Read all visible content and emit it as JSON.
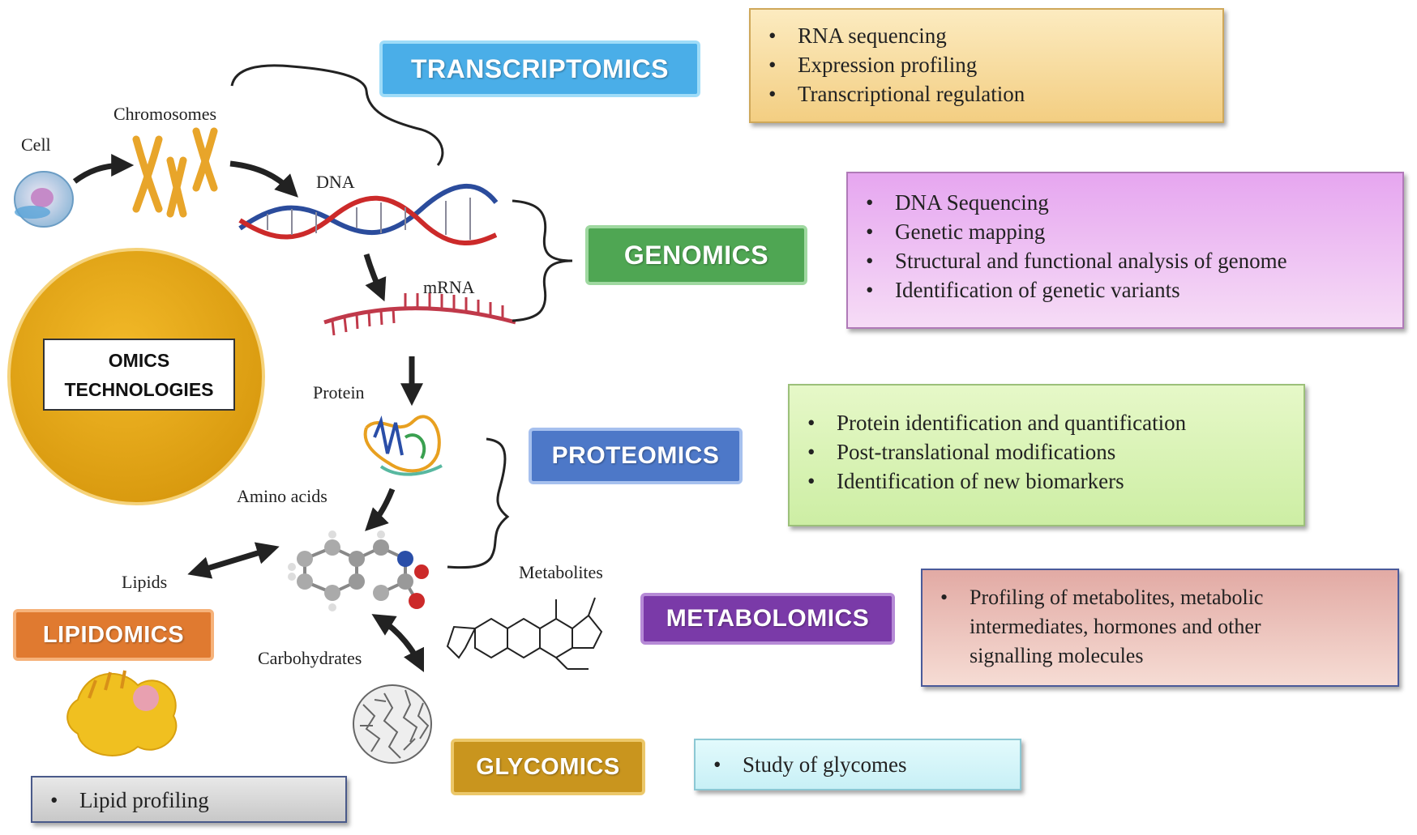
{
  "central": {
    "line1": "OMICS",
    "line2": "TECHNOLOGIES"
  },
  "labels": {
    "cell": "Cell",
    "chromosomes": "Chromosomes",
    "dna": "DNA",
    "mrna": "mRNA",
    "protein": "Protein",
    "amino_acids": "Amino acids",
    "lipids": "Lipids",
    "metabolites": "Metabolites",
    "carbohydrates": "Carbohydrates"
  },
  "fields": [
    {
      "name": "TRANSCRIPTOMICS",
      "color": "#4aaee8",
      "items": [
        "RNA sequencing",
        "Expression profiling",
        "Transcriptional regulation"
      ]
    },
    {
      "name": "GENOMICS",
      "color": "#4fa653",
      "items": [
        "DNA Sequencing",
        "Genetic mapping",
        "Structural and functional analysis of genome",
        "Identification of genetic variants"
      ]
    },
    {
      "name": "PROTEOMICS",
      "color": "#4d78c8",
      "items": [
        "Protein identification and quantification",
        "Post-translational modifications",
        "Identification of new biomarkers"
      ]
    },
    {
      "name": "METABOLOMICS",
      "color": "#7a3aa8",
      "items": [
        "Profiling of metabolites, metabolic",
        "intermediates, hormones and other",
        "signalling molecules"
      ]
    },
    {
      "name": "LIPIDOMICS",
      "color": "#e07a30",
      "items": [
        "Lipid profiling"
      ]
    },
    {
      "name": "GLYCOMICS",
      "color": "#c9951e",
      "items": [
        "Study of glycomes"
      ]
    }
  ]
}
